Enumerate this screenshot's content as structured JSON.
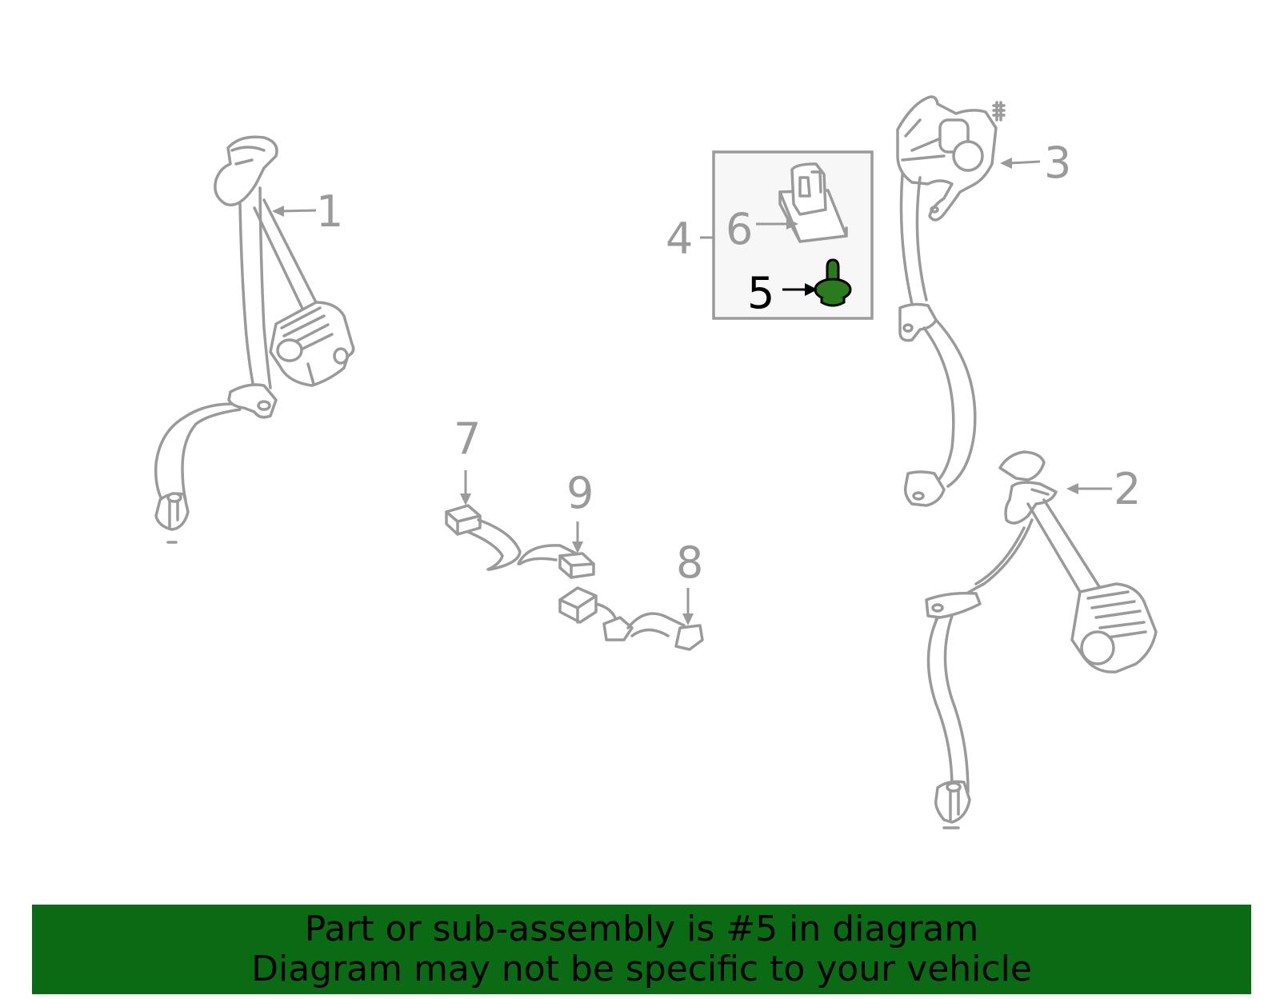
{
  "callouts": {
    "c1": "1",
    "c2": "2",
    "c3": "3",
    "c4": "4",
    "c5": "5",
    "c6": "6",
    "c7": "7",
    "c8": "8",
    "c9": "9"
  },
  "highlight": {
    "part": "5",
    "color": "#2a7a1e"
  },
  "banner": {
    "line1": "Part or sub-assembly is #5 in diagram",
    "line2": "Diagram may not be specific to your vehicle",
    "background": "#0b6a14"
  }
}
